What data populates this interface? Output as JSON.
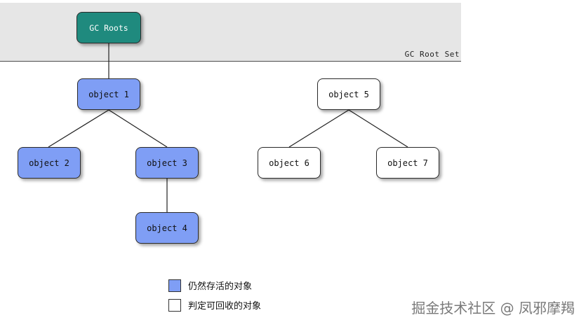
{
  "root_set_label": "GC Root Set",
  "nodes": {
    "gc_roots": "GC Roots",
    "object1": "object 1",
    "object2": "object 2",
    "object3": "object 3",
    "object4": "object 4",
    "object5": "object 5",
    "object6": "object 6",
    "object7": "object 7"
  },
  "edges": [
    [
      "gc_roots",
      "object1"
    ],
    [
      "object1",
      "object2"
    ],
    [
      "object1",
      "object3"
    ],
    [
      "object3",
      "object4"
    ],
    [
      "object5",
      "object6"
    ],
    [
      "object5",
      "object7"
    ]
  ],
  "legend": {
    "live_label": "仍然存活的对象",
    "dead_label": "判定可回收的对象"
  },
  "colors": {
    "root": "#1f8a7e",
    "live": "#7f9ef5",
    "dead": "#ffffff"
  },
  "watermark": "掘金技术社区 @ 凤邪摩羯"
}
